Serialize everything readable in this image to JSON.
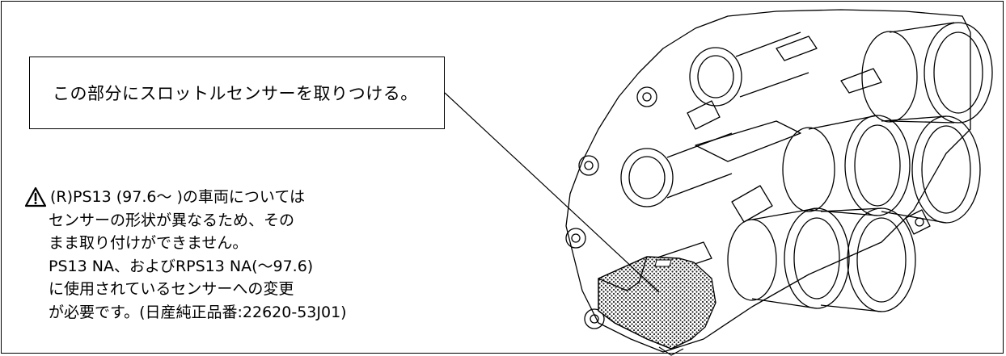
{
  "callout": {
    "text": "この部分にスロットルセンサーを取りつける。"
  },
  "note": {
    "icon": "warning-triangle-icon",
    "lines": [
      "(R)PS13 (97.6～ )の車両については",
      "センサーの形状が異なるため、その",
      "まま取り付けができません。",
      "PS13 NA、およびRPS13 NA(～97.6)",
      "に使用されているセンサーへの変更",
      "が必要です。(日産純正品番:22620-53J01)"
    ]
  }
}
